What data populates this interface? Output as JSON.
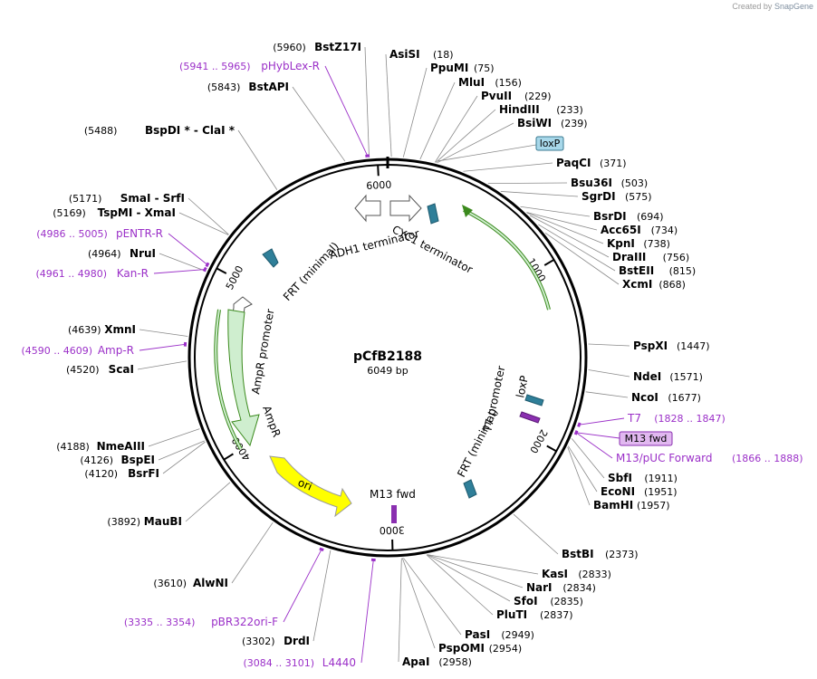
{
  "watermark": {
    "prefix": "Created by",
    "brand": "SnapGene"
  },
  "plasmid": {
    "name": "pCfB2188",
    "size_label": "6049 bp",
    "length": 6049
  },
  "colors": {
    "enzyme": "#000000",
    "primer": "#9b30c8",
    "ruler": "#000000",
    "green_arrow": "#cfeecf",
    "green_arrow_edge": "#3b8a1d",
    "yellow": "#ffff00",
    "teal": "#2f7f99",
    "loxp_box": "#a8d8ea",
    "m13_box": "#e1b8f0"
  },
  "ticks": [
    {
      "pos": 1000,
      "label": "1000"
    },
    {
      "pos": 2000,
      "label": "2000"
    },
    {
      "pos": 3000,
      "label": "3000"
    },
    {
      "pos": 4000,
      "label": "4000"
    },
    {
      "pos": 5000,
      "label": "5000"
    },
    {
      "pos": 6000,
      "label": "6000"
    }
  ],
  "enzymes_right": [
    {
      "name": "AsiSI",
      "site": "(18)",
      "pos": 18
    },
    {
      "name": "PpuMI",
      "site": "(75)",
      "pos": 75
    },
    {
      "name": "MluI",
      "site": "(156)",
      "pos": 156
    },
    {
      "name": "PvuII",
      "site": "(229)",
      "pos": 229
    },
    {
      "name": "HindIII",
      "site": "(233)",
      "pos": 233
    },
    {
      "name": "BsiWI",
      "site": "(239)",
      "pos": 239
    },
    {
      "name": "PaqCI",
      "site": "(371)",
      "pos": 371
    },
    {
      "name": "Bsu36I",
      "site": "(503)",
      "pos": 503
    },
    {
      "name": "SgrDI",
      "site": "(575)",
      "pos": 575
    },
    {
      "name": "BsrDI",
      "site": "(694)",
      "pos": 694
    },
    {
      "name": "Acc65I",
      "site": "(734)",
      "pos": 734
    },
    {
      "name": "KpnI",
      "site": "(738)",
      "pos": 738
    },
    {
      "name": "DraIII",
      "site": "(756)",
      "pos": 756
    },
    {
      "name": "BstEII",
      "site": "(815)",
      "pos": 815
    },
    {
      "name": "XcmI",
      "site": "(868)",
      "pos": 868
    },
    {
      "name": "PspXI",
      "site": "(1447)",
      "pos": 1447
    },
    {
      "name": "NdeI",
      "site": "(1571)",
      "pos": 1571
    },
    {
      "name": "NcoI",
      "site": "(1677)",
      "pos": 1677
    },
    {
      "name": "SbfI",
      "site": "(1911)",
      "pos": 1911
    },
    {
      "name": "EcoNI",
      "site": "(1951)",
      "pos": 1951
    },
    {
      "name": "BamHI",
      "site": "(1957)",
      "pos": 1957
    },
    {
      "name": "BstBI",
      "site": "(2373)",
      "pos": 2373
    },
    {
      "name": "KasI",
      "site": "(2833)",
      "pos": 2833
    },
    {
      "name": "NarI",
      "site": "(2834)",
      "pos": 2834
    },
    {
      "name": "SfoI",
      "site": "(2835)",
      "pos": 2835
    },
    {
      "name": "PluTI",
      "site": "(2837)",
      "pos": 2837
    },
    {
      "name": "PasI",
      "site": "(2949)",
      "pos": 2949
    },
    {
      "name": "PspOMI",
      "site": "(2954)",
      "pos": 2954
    },
    {
      "name": "ApaI",
      "site": "(2958)",
      "pos": 2958
    }
  ],
  "enzymes_left": [
    {
      "name": "BstZ17I",
      "site": "(5960)",
      "pos": 5960
    },
    {
      "name": "BstAPI",
      "site": "(5843)",
      "pos": 5843
    },
    {
      "name": "BspDI * - ClaI *",
      "site": "(5488)",
      "pos": 5488
    },
    {
      "name": "SmaI - SrfI",
      "site": "(5171)",
      "pos": 5171
    },
    {
      "name": "TspMI - XmaI",
      "site": "(5169)",
      "pos": 5169
    },
    {
      "name": "NruI",
      "site": "(4964)",
      "pos": 4964
    },
    {
      "name": "XmnI",
      "site": "(4639)",
      "pos": 4639
    },
    {
      "name": "ScaI",
      "site": "(4520)",
      "pos": 4520
    },
    {
      "name": "NmeAIII",
      "site": "(4188)",
      "pos": 4188
    },
    {
      "name": "BspEI",
      "site": "(4126)",
      "pos": 4126
    },
    {
      "name": "BsrFI",
      "site": "(4120)",
      "pos": 4120
    },
    {
      "name": "MauBI",
      "site": "(3892)",
      "pos": 3892
    },
    {
      "name": "AlwNI",
      "site": "(3610)",
      "pos": 3610
    },
    {
      "name": "DrdI",
      "site": "(3302)",
      "pos": 3302
    }
  ],
  "primers": [
    {
      "name": "pHybLex-R",
      "range": "(5941 .. 5965)",
      "pos": 5953
    },
    {
      "name": "pENTR-R",
      "range": "(4986 .. 5005)",
      "pos": 4995
    },
    {
      "name": "Kan-R",
      "range": "(4961 .. 4980)",
      "pos": 4970
    },
    {
      "name": "Amp-R",
      "range": "(4590 .. 4609)",
      "pos": 4600
    },
    {
      "name": "T7",
      "range": "(1828 .. 1847)",
      "pos": 1837
    },
    {
      "name": "M13/pUC Forward",
      "range": "(1866 .. 1888)",
      "pos": 1877
    },
    {
      "name": "pBR322ori-F",
      "range": "(3335 .. 3354)",
      "pos": 3344
    },
    {
      "name": "L4440",
      "range": "(3084 .. 3101)",
      "pos": 3092
    }
  ],
  "boxed_labels": [
    {
      "name": "loxP"
    },
    {
      "name": "M13 fwd"
    }
  ],
  "features": [
    {
      "name": "CYC1 terminator"
    },
    {
      "name": "ADH1 terminator"
    },
    {
      "name": "FRT (minimal)"
    },
    {
      "name": "AmpR promoter"
    },
    {
      "name": "AmpR"
    },
    {
      "name": "ori"
    },
    {
      "name": "M13 fwd"
    },
    {
      "name": "FRT (minimal)"
    },
    {
      "name": "T7 promoter"
    },
    {
      "name": "loxP"
    }
  ]
}
